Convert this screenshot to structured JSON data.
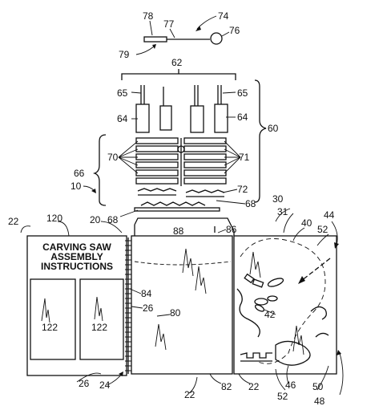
{
  "instructions": {
    "title_lines": [
      "CARVING SAW",
      "ASSEMBLY",
      "INSTRUCTIONS"
    ]
  },
  "labels": {
    "r10": "10",
    "r20": "20",
    "r22a": "22",
    "r22b": "22",
    "r22c": "22",
    "r24": "24",
    "r26a": "26",
    "r26b": "26",
    "r30": "30",
    "r31": "31",
    "r40": "40",
    "r42": "42",
    "r44": "44",
    "r46": "46",
    "r48": "48",
    "r50": "50",
    "r52a": "52",
    "r52b": "52",
    "r60": "60",
    "r62": "62",
    "r64a": "64",
    "r64b": "64",
    "r65a": "65",
    "r65b": "65",
    "r66": "66",
    "r68a": "68",
    "r68b": "68",
    "r70": "70",
    "r71": "71",
    "r72": "72",
    "r74": "74",
    "r76": "76",
    "r77": "77",
    "r78": "78",
    "r79": "79",
    "r80": "80",
    "r82": "82",
    "r84": "84",
    "r86": "86",
    "r88": "88",
    "r120": "120",
    "r122a": "122",
    "r122b": "122"
  }
}
